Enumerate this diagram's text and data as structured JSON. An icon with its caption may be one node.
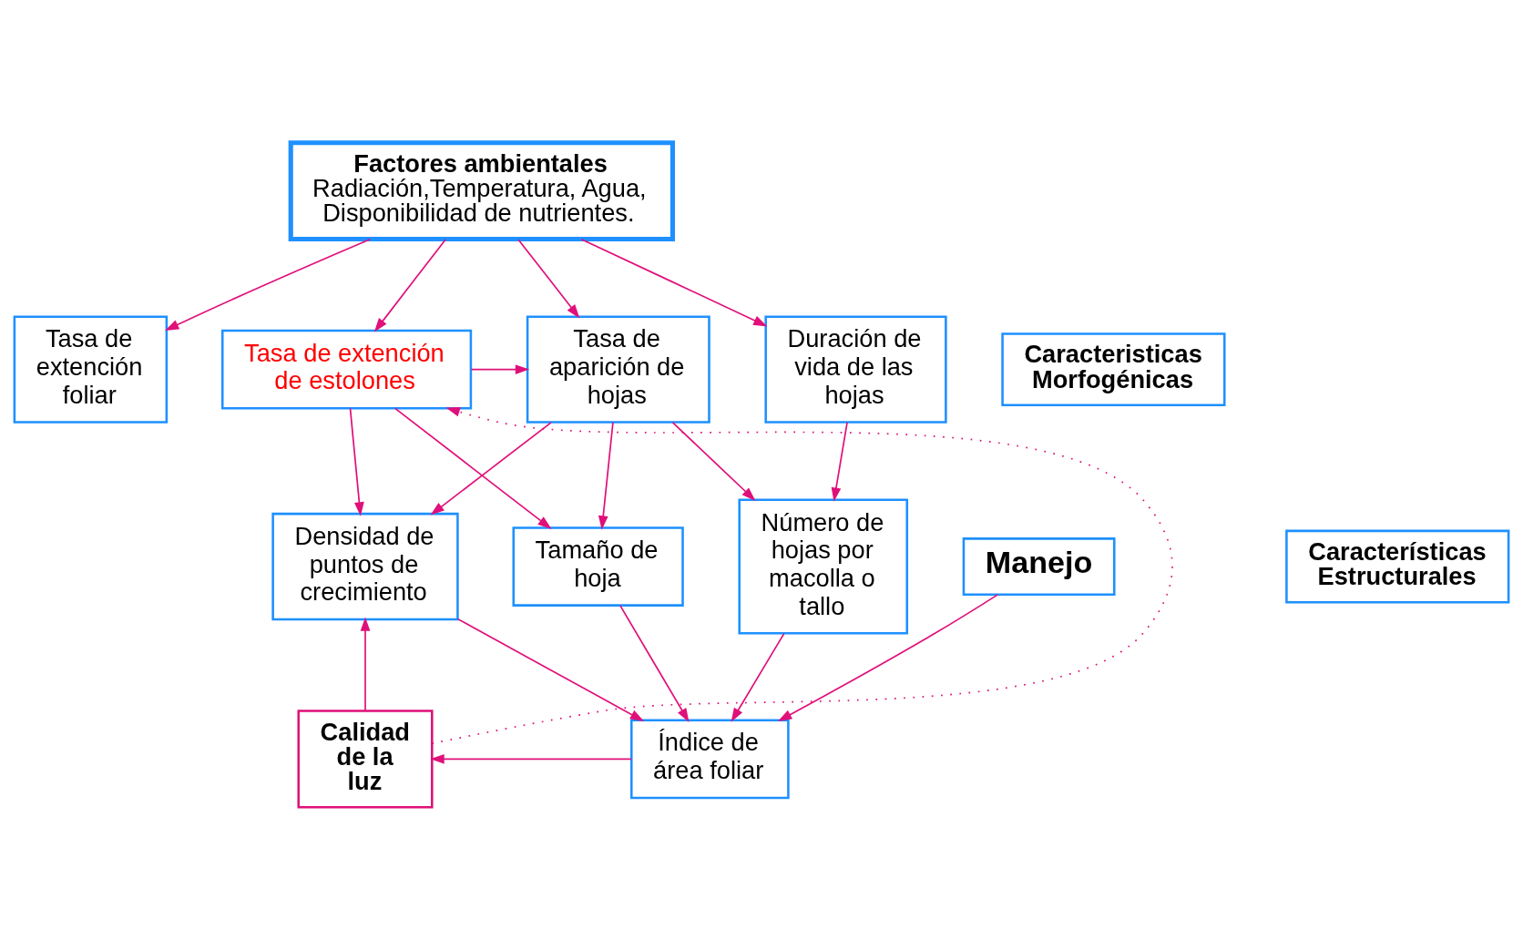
{
  "diagram": {
    "nodes": [
      {
        "text": [
          "Factores ambientales",
          "Radiación,Temperatura, Agua, Disponibilidad de nutrientes."
        ]
      },
      {
        "text": [
          "Tasa de extención foliar"
        ]
      },
      {
        "text": [
          "Tasa de extención de estolones"
        ]
      },
      {
        "text": [
          "Tasa de aparición de hojas"
        ]
      },
      {
        "text": [
          "Duración de vida de las hojas"
        ]
      },
      {
        "text": [
          "Caracteristicas Morfogénicas"
        ]
      },
      {
        "text": [
          "Tamaño de hoja"
        ]
      },
      {
        "text": [
          "Densidad de puntos de crecimiento"
        ]
      },
      {
        "text": [
          "Número de hojas por macolla o tallo"
        ]
      },
      {
        "text": [
          "Características Estructurales"
        ]
      },
      {
        "text": [
          "Calidad de la luz"
        ]
      },
      {
        "text": [
          "Índice de área foliar"
        ]
      },
      {
        "text": [
          "Manejo"
        ]
      }
    ],
    "edges": [
      {
        "from": 0,
        "to": 1,
        "arrow": "to"
      },
      {
        "from": 0,
        "to": 2,
        "arrow": "to"
      },
      {
        "from": 0,
        "to": 3,
        "arrow": "to"
      },
      {
        "from": 0,
        "to": 4,
        "arrow": "to"
      },
      {
        "from": 2,
        "to": 3,
        "arrow": "to"
      },
      {
        "from": 2,
        "to": 6,
        "arrow": "to"
      },
      {
        "from": 2,
        "to": 7,
        "arrow": "to"
      },
      {
        "from": 3,
        "to": 6,
        "arrow": "to"
      },
      {
        "from": 3,
        "to": 7,
        "arrow": "to"
      },
      {
        "from": 3,
        "to": 8,
        "arrow": "to"
      },
      {
        "from": 4,
        "to": 8,
        "arrow": "to"
      },
      {
        "from": 6,
        "to": 11,
        "arrow": "to"
      },
      {
        "from": 10,
        "to": 7,
        "arrow": "to"
      },
      {
        "from": 7,
        "to": 11,
        "arrow": "to"
      },
      {
        "from": 8,
        "to": 11,
        "arrow": "to"
      },
      {
        "from": 11,
        "to": 10,
        "arrow": "to"
      },
      {
        "from": 12,
        "to": 11,
        "arrow": "to"
      },
      {
        "from": 10,
        "to": 2,
        "arrow": "to",
        "style": "dashed"
      }
    ]
  }
}
